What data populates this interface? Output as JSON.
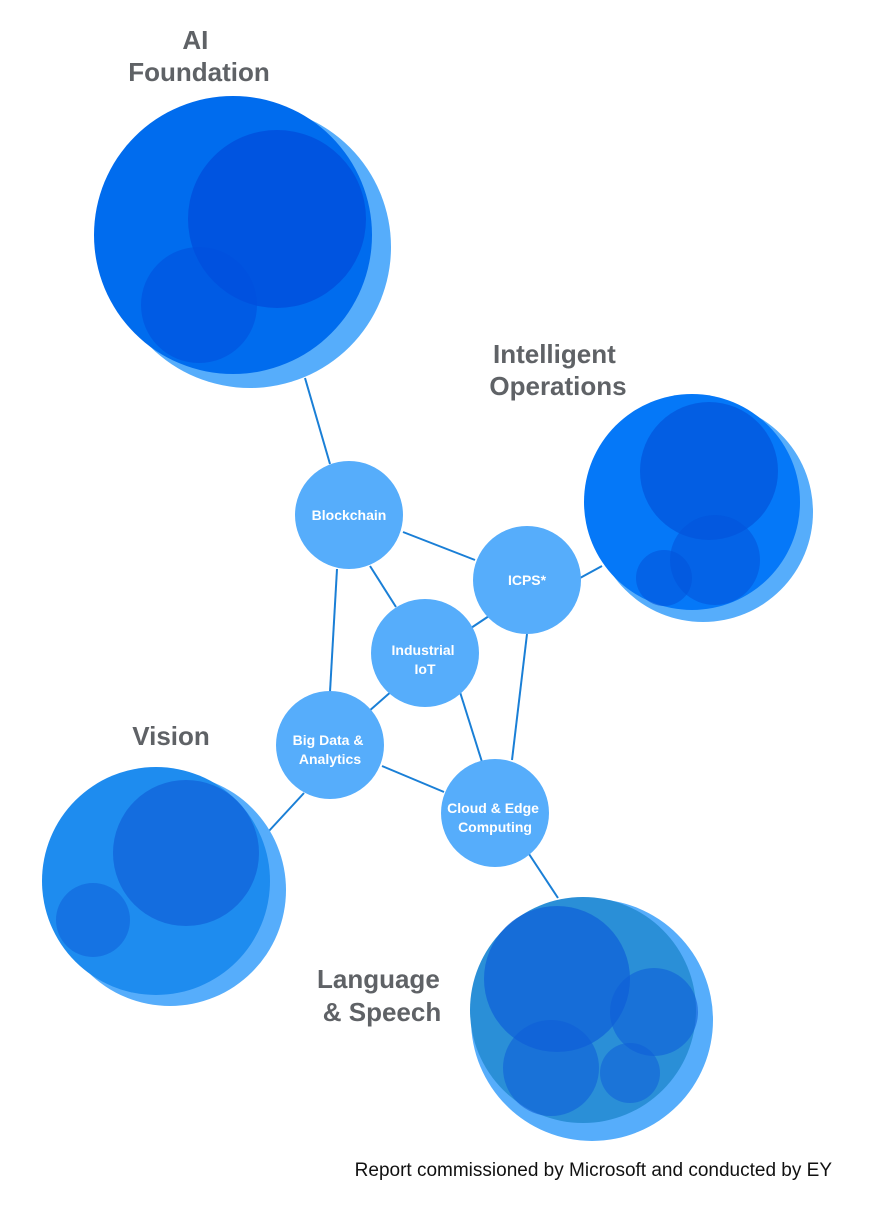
{
  "clusters": {
    "ai_foundation": {
      "lines": [
        "AI",
        "Foundation"
      ]
    },
    "intelligent_operations": {
      "lines": [
        "Intelligent",
        "Operations"
      ]
    },
    "vision": {
      "lines": [
        "Vision"
      ]
    },
    "language_speech": {
      "lines": [
        "Language",
        "& Speech"
      ]
    }
  },
  "nodes": {
    "blockchain": {
      "lines": [
        "Blockchain"
      ]
    },
    "icps": {
      "lines": [
        "ICPS*"
      ]
    },
    "industrial_iot": {
      "lines": [
        "Industrial",
        "IoT"
      ]
    },
    "big_data": {
      "lines": [
        "Big Data &",
        "Analytics"
      ]
    },
    "cloud_edge": {
      "lines": [
        "Cloud & Edge",
        "Computing"
      ]
    }
  },
  "footer": "Report commissioned by Microsoft and conducted by EY",
  "colors": {
    "node_fill": "#56adfb",
    "connector": "#1a7fd6",
    "label_gray": "#5f6266"
  }
}
